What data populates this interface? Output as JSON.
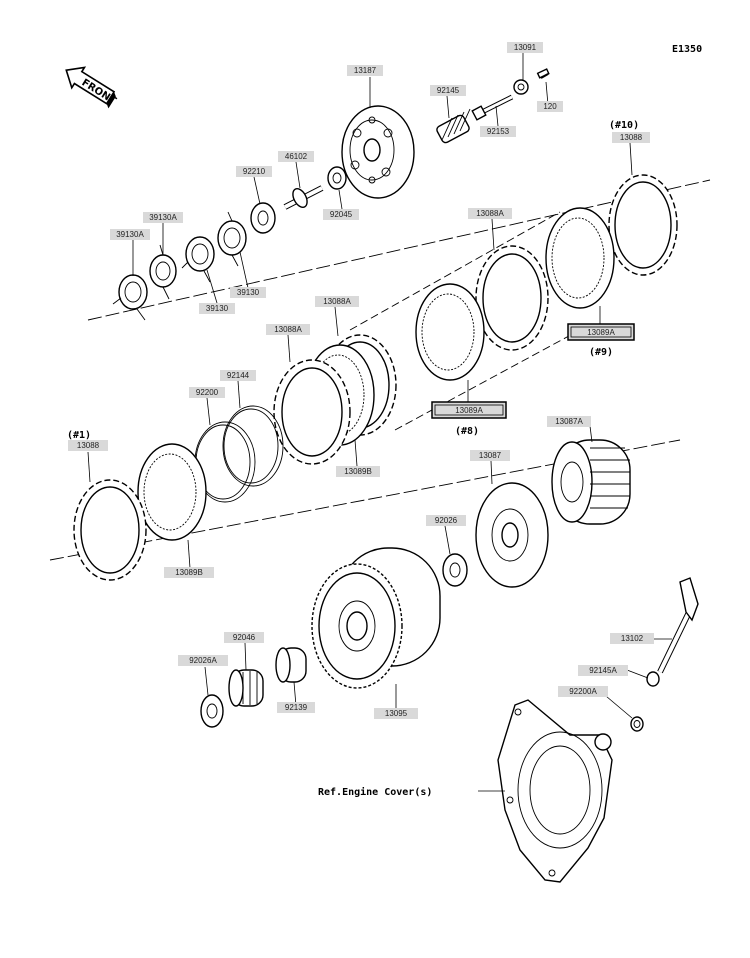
{
  "diagram_code": "E1350",
  "front_label": "FRONT",
  "ref_note": "Ref.Engine Cover(s)",
  "groups": {
    "g1": "(#1)",
    "g8": "(#8)",
    "g9": "(#9)",
    "g10": "(#10)"
  },
  "parts": {
    "p13187": "13187",
    "p13091": "13091",
    "p120": "120",
    "p92145": "92145",
    "p92153": "92153",
    "p46102": "46102",
    "p92210": "92210",
    "p92045": "92045",
    "p39130A_1": "39130A",
    "p39130A_2": "39130A",
    "p39130_1": "39130",
    "p39130_2": "39130",
    "p13088_top": "13088",
    "p13088A_top": "13088A",
    "p13089A_top": "13089A",
    "p13088A_mid": "13088A",
    "p13088A_left": "13088A",
    "p92144": "92144",
    "p92200": "92200",
    "p13089A_mid": "13089A",
    "p13089B_mid": "13089B",
    "p13087A": "13087A",
    "p13087": "13087",
    "p13088_left": "13088",
    "p13089B_left": "13089B",
    "p92026": "92026",
    "p92046": "92046",
    "p92026A": "92026A",
    "p92139": "92139",
    "p13095": "13095",
    "p13102": "13102",
    "p92145A": "92145A",
    "p92200A": "92200A"
  }
}
